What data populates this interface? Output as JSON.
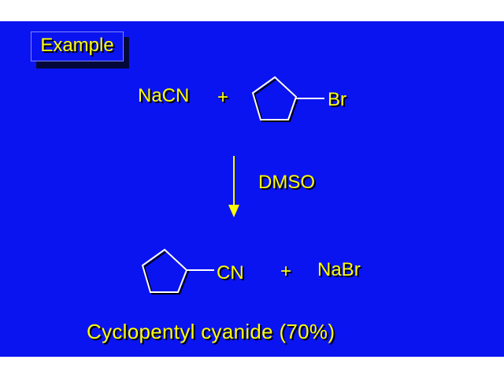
{
  "title": "Example",
  "reactants": {
    "reagent": "NaCN",
    "plus": "+",
    "halide_substituent": "Br"
  },
  "solvent": "DMSO",
  "products": {
    "substituent": "CN",
    "plus": "+",
    "byproduct": "NaBr"
  },
  "caption": "Cyclopentyl cyanide (70%)",
  "colors": {
    "background": "#0a14f0",
    "text": "#ffff00",
    "outer": "#ffffff"
  }
}
